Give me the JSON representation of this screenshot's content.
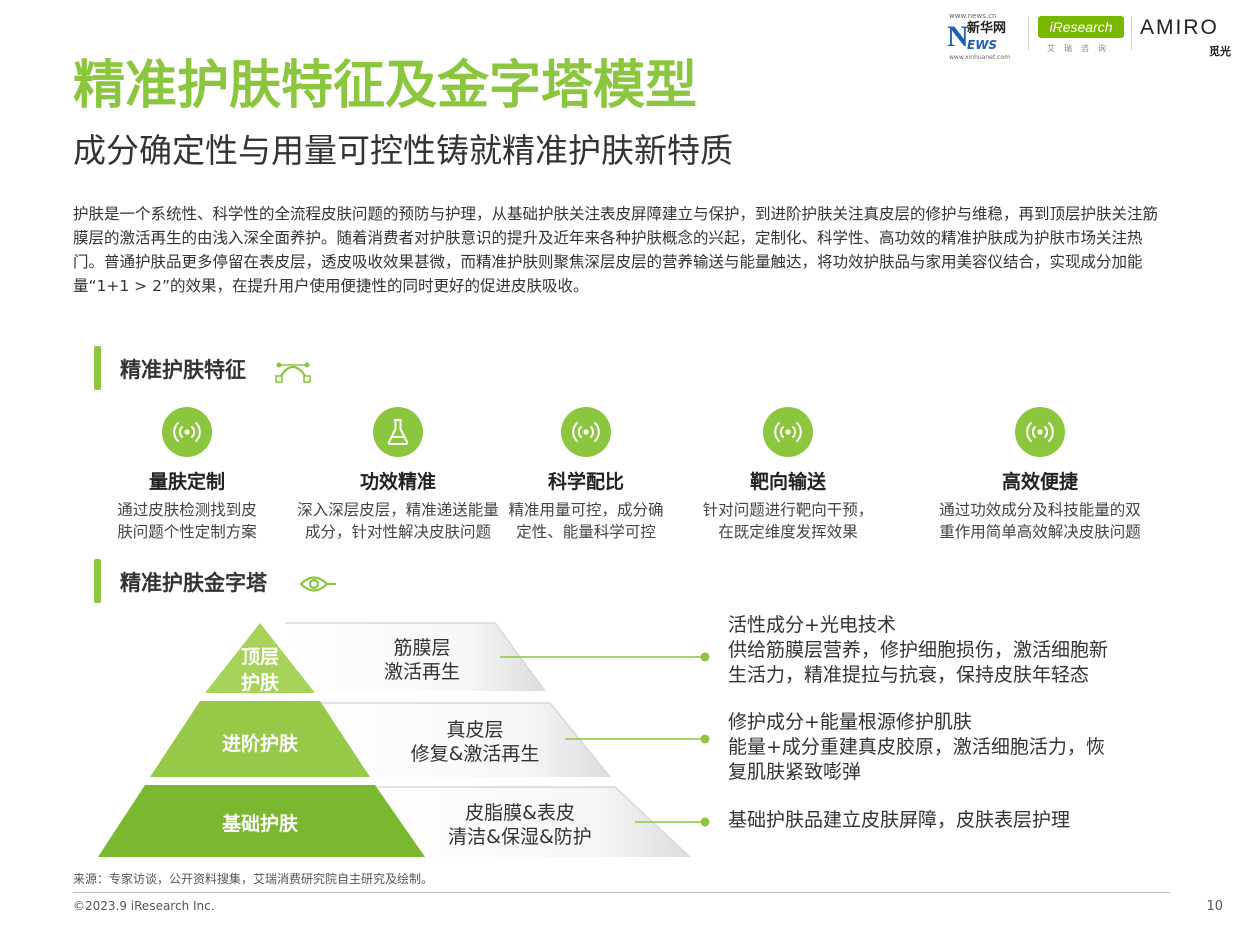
{
  "logos": {
    "news_url_top": "www.news.cn",
    "news_n": "N",
    "news_cn": "新华网",
    "news_ews": "EWS",
    "news_url_bottom": "www.xinhuanet.com",
    "iresearch": "iResearch",
    "iresearch_cn": "艾瑞咨询",
    "amiro": "AMIRO",
    "amiro_cn": "觅光"
  },
  "title": "精准护肤特征及金字塔模型",
  "subtitle": "成分确定性与用量可控性铸就精准护肤新特质",
  "intro": "护肤是一个系统性、科学性的全流程皮肤问题的预防与护理，从基础护肤关注表皮屏障建立与保护，到进阶护肤关注真皮层的修护与维稳，再到顶层护肤关注筋膜层的激活再生的由浅入深全面养护。随着消费者对护肤意识的提升及近年来各种护肤概念的兴起，定制化、科学性、高功效的精准护肤成为护肤市场关注热门。普通护肤品更多停留在表皮层，透皮吸收效果甚微，而精准护肤则聚焦深层皮层的营养输送与能量触达，将功效护肤品与家用美容仪结合，实现成分加能量“1+1 > 2”的效果，在提升用户使用便捷性的同时更好的促进皮肤吸收。",
  "section1": {
    "title": "精准护肤特征"
  },
  "features": [
    {
      "icon": "wave-icon",
      "title": "量肤定制",
      "desc": [
        "通过皮肤检测找到皮",
        "肤问题个性定制方案"
      ]
    },
    {
      "icon": "flask-icon",
      "title": "功效精准",
      "desc": [
        "深入深层皮层，精准递送能量",
        "成分，针对性解决皮肤问题"
      ]
    },
    {
      "icon": "wave-icon",
      "title": "科学配比",
      "desc": [
        "精准用量可控，成分确",
        "定性、能量科学可控"
      ]
    },
    {
      "icon": "wave-icon",
      "title": "靶向输送",
      "desc": [
        "针对问题进行靶向干预，",
        "在既定维度发挥效果"
      ]
    },
    {
      "icon": "wave-icon",
      "title": "高效便捷",
      "desc": [
        "通过功效成分及科技能量的双",
        "重作用简单高效解决皮肤问题"
      ]
    }
  ],
  "section2": {
    "title": "精准护肤金字塔"
  },
  "pyramid": [
    {
      "level": [
        "顶层",
        "护肤"
      ],
      "layer": [
        "筋膜层",
        "激活再生"
      ],
      "detail": [
        "活性成分+光电技术",
        "供给筋膜层营养，修护细胞损伤，激活细胞新",
        "生活力，精准提拉与抗衰，保持皮肤年轻态"
      ]
    },
    {
      "level": [
        "进阶护肤"
      ],
      "layer": [
        "真皮层",
        "修复&激活再生"
      ],
      "detail": [
        "修护成分+能量根源修护肌肤",
        "能量+成分重建真皮胶原，激活细胞活力，恢",
        "复肌肤紧致嘭弹"
      ]
    },
    {
      "level": [
        "基础护肤"
      ],
      "layer": [
        "皮脂膜&表皮",
        "清洁&保湿&防护"
      ],
      "detail": [
        "基础护肤品建立皮肤屏障，皮肤表层护理"
      ]
    }
  ],
  "colors": {
    "accent": "#8cc63f",
    "accent_light": "#a8d35a",
    "text": "#333333"
  },
  "footer": {
    "source": "来源：专家访谈，公开资料搜集，艾瑞消费研究院自主研究及绘制。",
    "copyright": "©2023.9 iResearch Inc.",
    "page": "10"
  }
}
